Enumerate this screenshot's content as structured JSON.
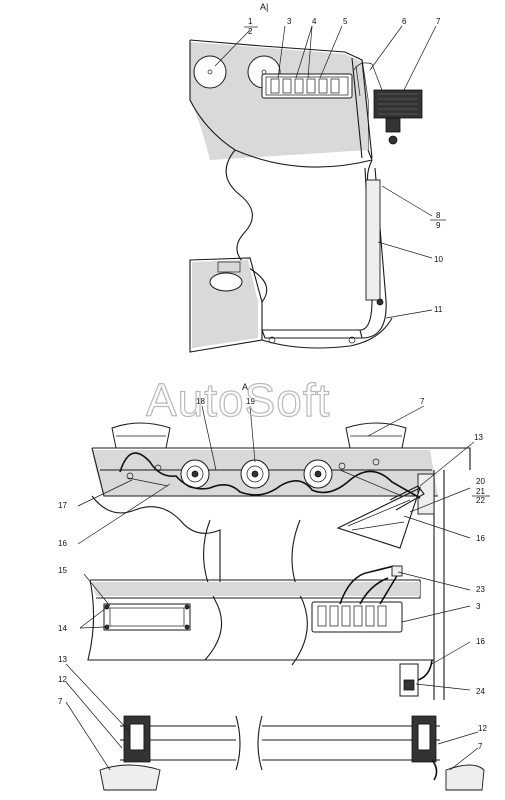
{
  "watermark": "AutoSoft",
  "section_labels": {
    "top_view": "A|",
    "bottom_view": "A"
  },
  "callouts_top": [
    "1",
    "2",
    "3",
    "4",
    "5",
    "6",
    "7",
    "8",
    "9",
    "10",
    "11"
  ],
  "callouts_bottom": [
    "18",
    "19",
    "7",
    "13",
    "20",
    "21",
    "22",
    "17",
    "16",
    "16",
    "15",
    "23",
    "3",
    "14",
    "16",
    "24",
    "13",
    "12",
    "7",
    "12",
    "7"
  ]
}
